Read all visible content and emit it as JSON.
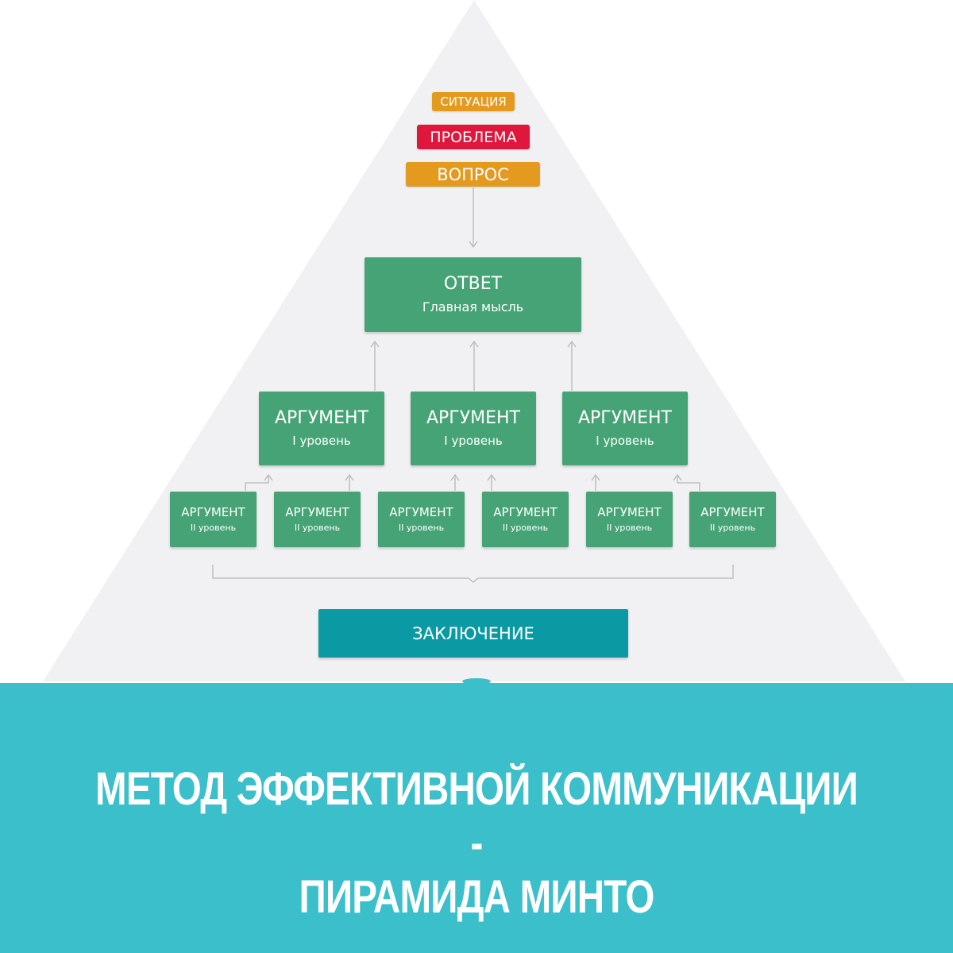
{
  "colors": {
    "pyramid": "#f1f1f3",
    "situation": "#e49a1e",
    "problem": "#e0173c",
    "question": "#e49a1e",
    "argument": "#46a376",
    "conclusion": "#0b9aa3",
    "banner": "#3bbfca",
    "connector": "#b5b8bc"
  },
  "tags": {
    "situation": "СИТУАЦИЯ",
    "problem": "ПРОБЛЕМА",
    "question": "ВОПРОС"
  },
  "answer": {
    "title": "ОТВЕТ",
    "subtitle": "Главная мысль"
  },
  "arguments_level1": [
    {
      "title": "АРГУМЕНТ",
      "subtitle": "I уровень"
    },
    {
      "title": "АРГУМЕНТ",
      "subtitle": "I уровень"
    },
    {
      "title": "АРГУМЕНТ",
      "subtitle": "I уровень"
    }
  ],
  "arguments_level2": [
    {
      "title": "АРГУМЕНТ",
      "subtitle": "II уровень"
    },
    {
      "title": "АРГУМЕНТ",
      "subtitle": "II уровень"
    },
    {
      "title": "АРГУМЕНТ",
      "subtitle": "II уровень"
    },
    {
      "title": "АРГУМЕНТ",
      "subtitle": "II уровень"
    },
    {
      "title": "АРГУМЕНТ",
      "subtitle": "II уровень"
    },
    {
      "title": "АРГУМЕНТ",
      "subtitle": "II уровень"
    }
  ],
  "conclusion": "ЗАКЛЮЧЕНИЕ",
  "headline": {
    "line1": "МЕТОД ЭФФЕКТИВНОЙ КОММУНИКАЦИИ -",
    "line2": "ПИРАМИДА МИНТО"
  }
}
